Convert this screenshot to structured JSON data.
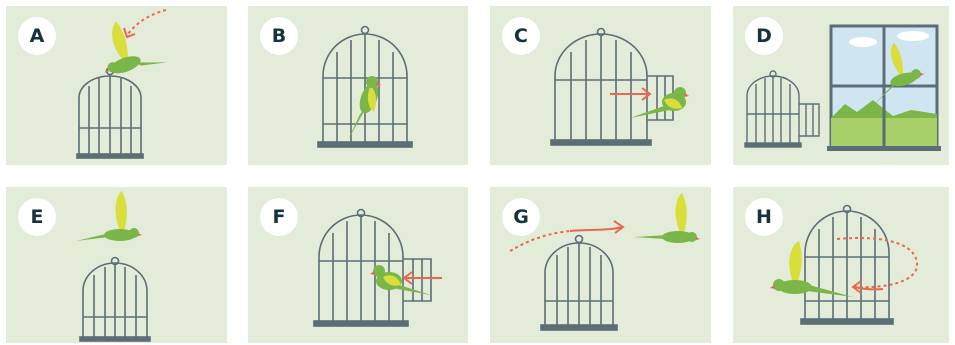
{
  "panels": [
    {
      "label": "A"
    },
    {
      "label": "B"
    },
    {
      "label": "C"
    },
    {
      "label": "D"
    },
    {
      "label": "E"
    },
    {
      "label": "F"
    },
    {
      "label": "G"
    },
    {
      "label": "H"
    }
  ],
  "colors": {
    "background": "#e3ecd9",
    "cage": "#5b6e76",
    "cage_base": "#5b6e76",
    "arrow": "#e7684f",
    "bird_body": "#7ab648",
    "bird_wing": "#d9de3b",
    "bird_beak": "#e7684f",
    "sky": "#cfe6f2",
    "grass": "#a7cf6a",
    "badge_text": "#17323f"
  },
  "icons": [
    "birdcage-icon",
    "parrot-icon",
    "arrow-icon",
    "window-icon"
  ]
}
